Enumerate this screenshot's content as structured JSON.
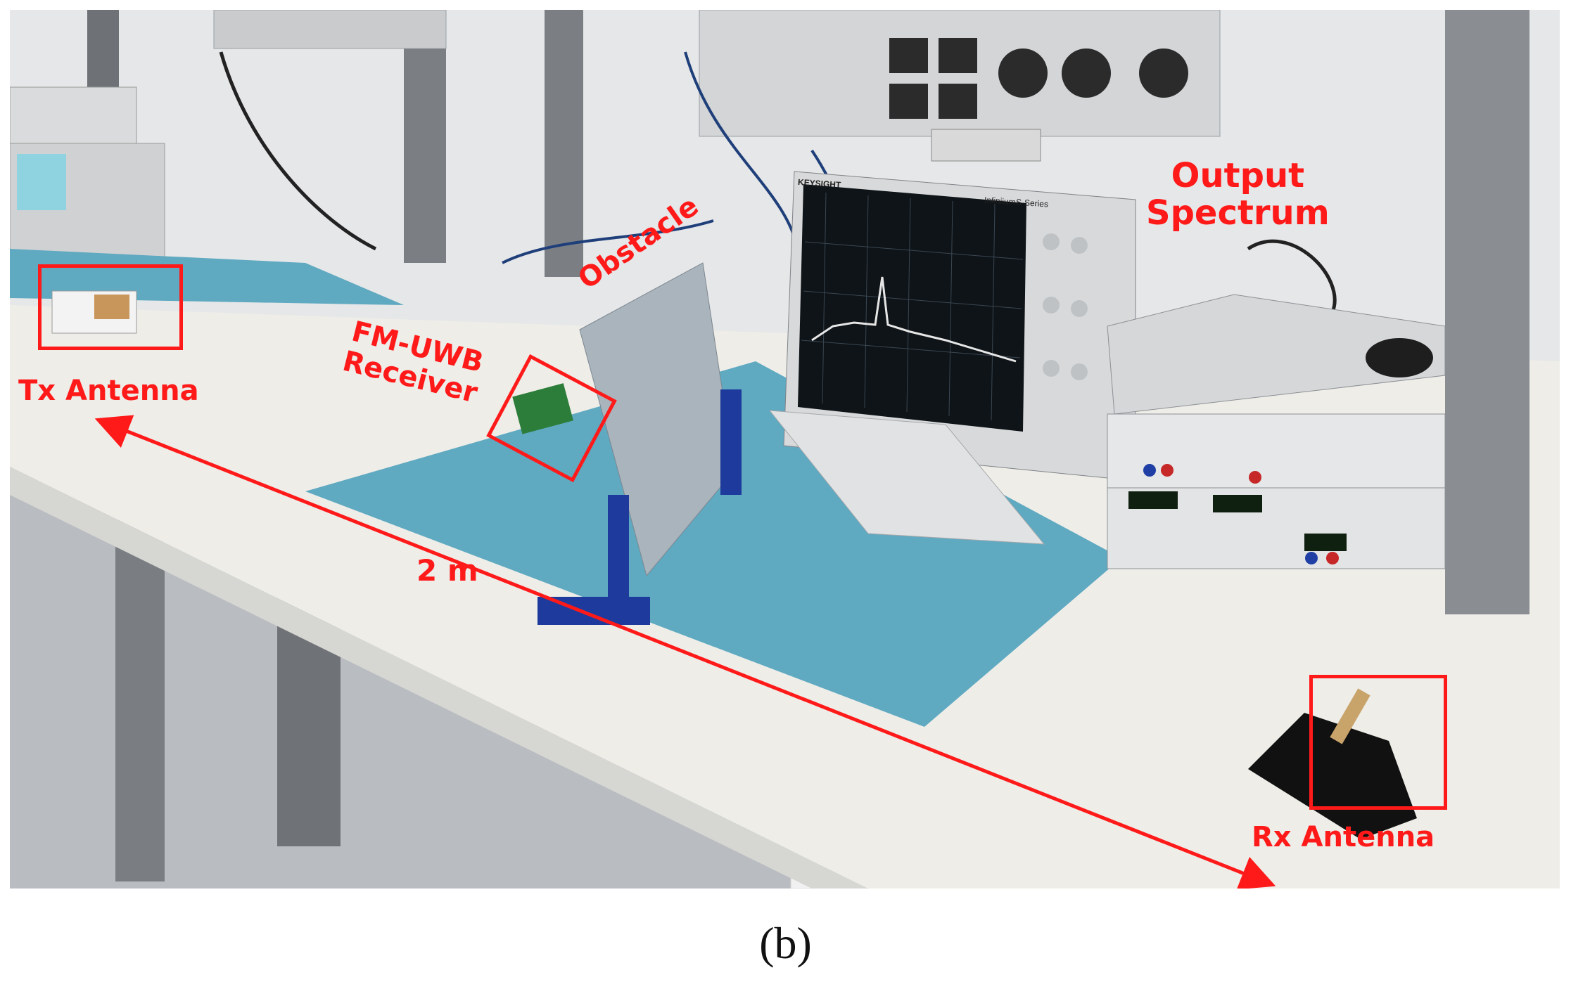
{
  "figure": {
    "labels": {
      "tx": "Tx Antenna",
      "rx": "Rx Antenna",
      "receiver_line1": "FM-UWB",
      "receiver_line2": "Receiver",
      "obstacle": "Obstacle",
      "output_line1": "Output",
      "output_line2": "Spectrum",
      "distance": "2 m"
    },
    "scope": {
      "brand": "KEYSIGHT",
      "line": "Infiniium",
      "series": "S-Series"
    },
    "caption": "(b)",
    "colors": {
      "annotation": "#ff1a1a",
      "mat": "#5fa9c1",
      "bench": "#ecebe6",
      "floor": "#bfc3c8",
      "wall": "#e8e9ea"
    }
  }
}
